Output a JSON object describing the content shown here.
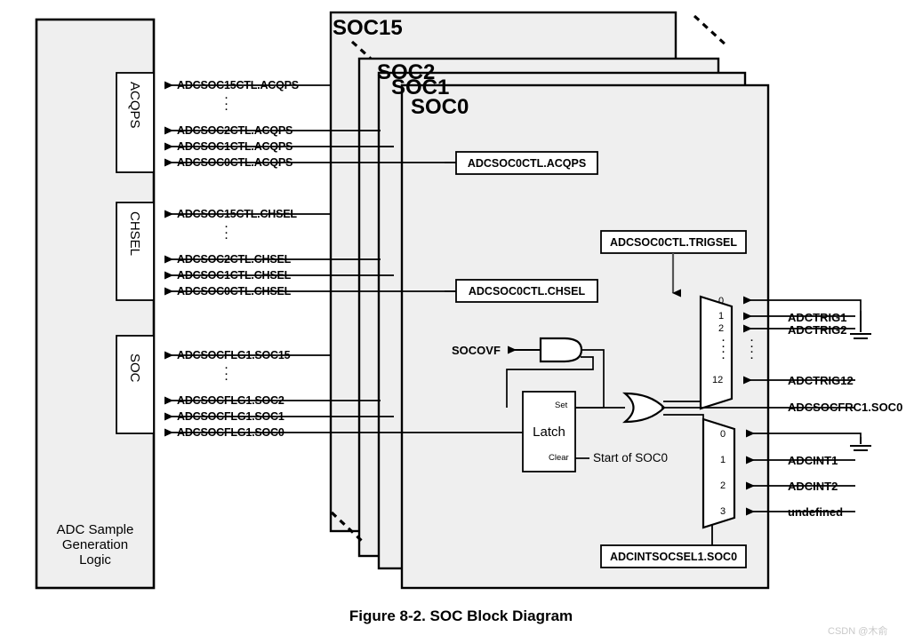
{
  "figure": {
    "caption": "Figure 8-2. SOC Block Diagram",
    "watermark": "CSDN @木俞"
  },
  "colors": {
    "panel_fill": "#efefef",
    "box_fill": "#ffffff",
    "stroke": "#000000",
    "watermark": "#c9c9c9"
  },
  "left_block": {
    "title_line1": "ADC Sample",
    "title_line2": "Generation",
    "title_line3": "Logic",
    "sub_blocks": [
      {
        "name": "ACQPS"
      },
      {
        "name": "CHSEL"
      },
      {
        "name": "SOC"
      }
    ]
  },
  "signals": {
    "acqps": [
      "ADCSOC15CTL.ACQPS",
      "ADCSOC2CTL.ACQPS",
      "ADCSOC1CTL.ACQPS",
      "ADCSOC0CTL.ACQPS"
    ],
    "chsel": [
      "ADCSOC15CTL.CHSEL",
      "ADCSOC2CTL.CHSEL",
      "ADCSOC1CTL.CHSEL",
      "ADCSOC0CTL.CHSEL"
    ],
    "soc": [
      "ADCSOCFLG1.SOC15",
      "ADCSOCFLG1.SOC2",
      "ADCSOCFLG1.SOC1",
      "ADCSOCFLG1.SOC0"
    ]
  },
  "panels": [
    {
      "title": "SOC15"
    },
    {
      "title": "SOC2"
    },
    {
      "title": "SOC1"
    },
    {
      "title": "SOC0"
    }
  ],
  "soc0_contents": {
    "acqps_reg_box": "ADCSOC0CTL.ACQPS",
    "chsel_reg_box": "ADCSOC0CTL.CHSEL",
    "trigsel_box": "ADCSOC0CTL.TRIGSEL",
    "intsocsel_box": "ADCINTSOCSEL1.SOC0",
    "socovf_label": "SOCOVF",
    "latch": {
      "title": "Latch",
      "set_pin": "Set",
      "clear_pin": "Clear",
      "clear_signal": "Start of SOC0"
    },
    "trig_mux": {
      "inputs": [
        "0",
        "1",
        "2",
        "12"
      ],
      "ellipsis": "····",
      "signals": [
        "",
        "ADCTRIG1",
        "ADCTRIG2",
        "ADCTRIG12"
      ],
      "ground_on_input": "0"
    },
    "int_mux": {
      "inputs": [
        "0",
        "1",
        "2",
        "3"
      ],
      "signals": [
        "",
        "ADCINT1",
        "ADCINT2",
        "undefined"
      ],
      "ground_on_input": "0"
    },
    "force_signal": "ADCSOCFRC1.SOC0"
  }
}
